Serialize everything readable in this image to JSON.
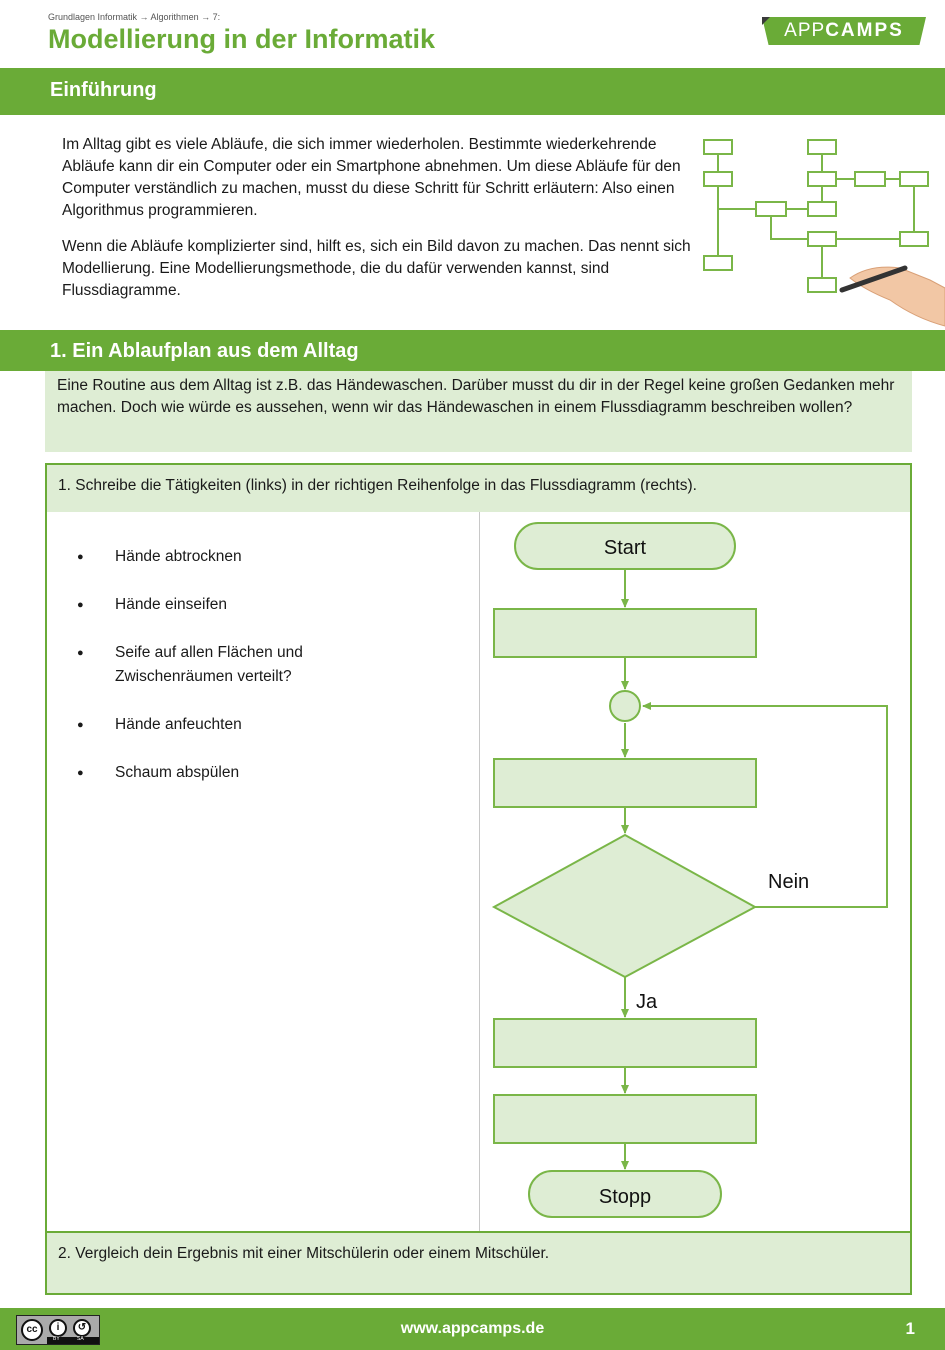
{
  "header": {
    "breadcrumb": "Grundlagen Informatik → Algorithmen → 7:",
    "title": "Modellierung in der Informatik",
    "logo_part1": "APP",
    "logo_part2": "CAMPS"
  },
  "intro": {
    "heading": "Einführung",
    "paragraph1": "Im Alltag gibt es viele Abläufe, die sich immer wiederholen. Bestimmte wiederkehrende Abläufe kann dir ein Computer oder ein Smartphone abnehmen. Um diese Abläufe für den Computer verständlich zu machen, musst du diese Schritt für Schritt erläutern: Also einen Algorithmus programmieren.",
    "paragraph2": "Wenn die Abläufe komplizierter sind, hilft es, sich ein Bild davon zu machen. Das nennt sich Modellierung. Eine Modellierungsmethode, die du dafür verwenden kannst, sind Flussdiagramme."
  },
  "section1": {
    "heading": "1. Ein Ablaufplan aus dem Alltag",
    "description": "Eine Routine aus dem Alltag ist z.B. das Händewaschen. Darüber musst du dir in der Regel keine großen Gedanken mehr machen. Doch wie würde es aussehen, wenn wir das Händewaschen in einem Flussdiagramm beschreiben wollen?",
    "task1": "1. Schreibe die Tätigkeiten (links) in der richtigen Reihenfolge in das Flussdiagramm (rechts).",
    "activities": [
      "Hände abtrocknen",
      "Hände einseifen",
      "Seife auf allen Flächen und Zwischenräumen verteilt?",
      "Hände anfeuchten",
      "Schaum abspülen"
    ],
    "flowchart": {
      "start": "Start",
      "no": "Nein",
      "yes": "Ja",
      "stop": "Stopp"
    },
    "task2": "2. Vergleich dein Ergebnis mit einer Mitschülerin oder einem Mitschüler."
  },
  "footer": {
    "license_by": "BY",
    "license_sa": "SA",
    "url": "www.appcamps.de",
    "page": "1"
  },
  "colors": {
    "accent": "#6aab37",
    "light_fill": "#deedd4",
    "shape_stroke": "#7ab648"
  }
}
